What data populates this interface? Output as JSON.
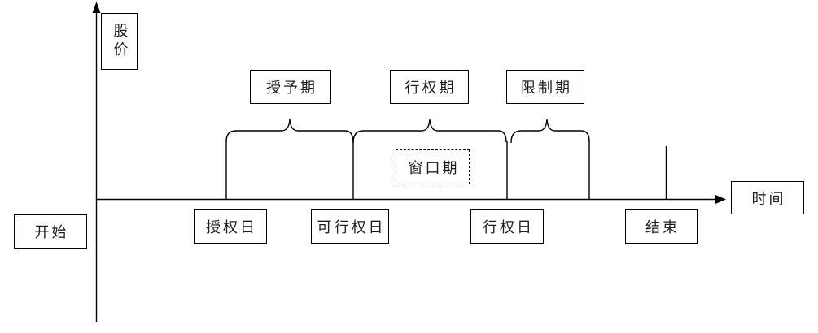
{
  "colors": {
    "line": "#000000",
    "text": "#1f1f1f",
    "background": "#ffffff"
  },
  "axes": {
    "y_axis_label": "股价",
    "x_axis_label": "时间"
  },
  "periods": [
    {
      "id": "vesting-period",
      "label": "授予期"
    },
    {
      "id": "exercise-period",
      "label": "行权期"
    },
    {
      "id": "restriction-period",
      "label": "限制期"
    }
  ],
  "window_period": {
    "label": "窗口期"
  },
  "milestones": [
    {
      "id": "start",
      "label": "开始"
    },
    {
      "id": "grant-date",
      "label": "授权日"
    },
    {
      "id": "exercisable-date",
      "label": "可行权日"
    },
    {
      "id": "exercise-date",
      "label": "行权日"
    },
    {
      "id": "end",
      "label": "结束"
    }
  ]
}
